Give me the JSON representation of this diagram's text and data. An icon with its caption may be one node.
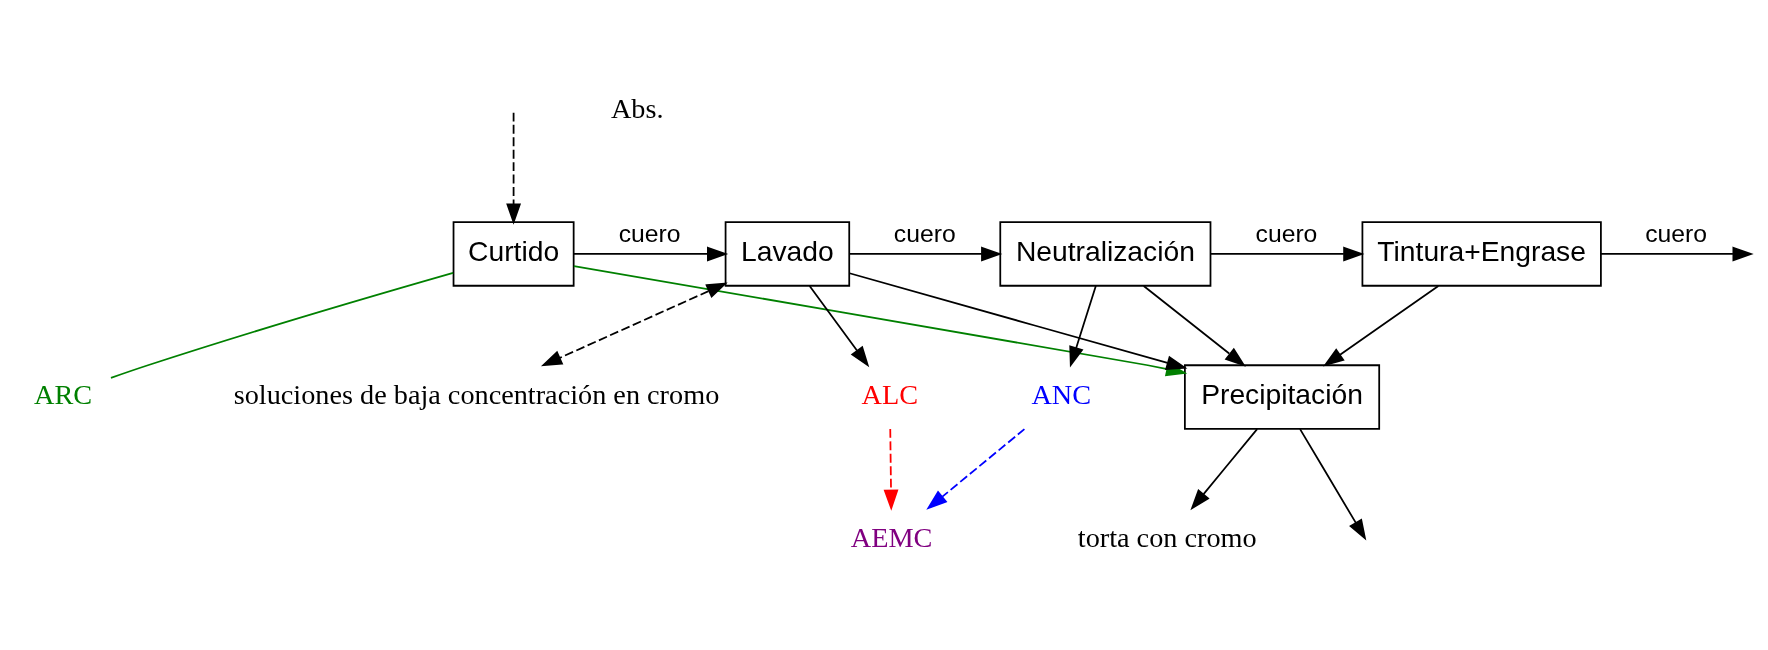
{
  "diagram": {
    "nodes": [
      {
        "text": [
          "Curtido"
        ]
      },
      {
        "text": [
          "Lavado"
        ]
      },
      {
        "text": [
          "Neutralización"
        ]
      },
      {
        "text": [
          "Tintura+Engrase"
        ]
      },
      {
        "text": [
          "ARC"
        ]
      },
      {
        "text": [
          "ALC"
        ]
      },
      {
        "text": [
          "ANC"
        ]
      },
      {
        "text": [
          "AEMC"
        ]
      },
      {
        "text": [
          "soluciones de baja concentración en cromo"
        ]
      },
      {
        "text": [
          "Precipitación"
        ]
      },
      {
        "text": [
          "torta con cromo"
        ]
      }
    ],
    "edges": [
      {
        "from": null,
        "to": 0,
        "arrow": "to",
        "style": "dashed"
      },
      {
        "from": 0,
        "to": 1,
        "arrow": "to",
        "label": "cuero"
      },
      {
        "from": 1,
        "to": 2,
        "arrow": "to",
        "label": "cuero"
      },
      {
        "from": 2,
        "to": 3,
        "arrow": "to",
        "label": "cuero"
      },
      {
        "from": 3,
        "to": null,
        "arrow": "to",
        "label": "cuero"
      },
      {
        "from": 0,
        "to": 9,
        "arrow": "to",
        "color": "#008000"
      },
      {
        "from": 0,
        "to": 4,
        "arrow": "none",
        "color": "#008000"
      },
      {
        "from": 1,
        "to": 5,
        "arrow": "to"
      },
      {
        "from": 2,
        "to": 6,
        "arrow": "to"
      },
      {
        "from": 5,
        "to": 7,
        "arrow": "to",
        "style": "dashed",
        "color": "#ff0000"
      },
      {
        "from": 6,
        "to": 7,
        "arrow": "to",
        "style": "dashed",
        "color": "#0000ff"
      },
      {
        "from": 1,
        "to": 9,
        "arrow": "to"
      },
      {
        "from": 2,
        "to": 9,
        "arrow": "to"
      },
      {
        "from": 3,
        "to": 9,
        "arrow": "to"
      },
      {
        "from": 1,
        "to": 8,
        "arrow": "both",
        "style": "dashed"
      },
      {
        "from": 9,
        "to": 10,
        "arrow": "to"
      },
      {
        "from": 9,
        "to": null,
        "arrow": "to"
      }
    ],
    "labels": [
      "Abs."
    ]
  }
}
